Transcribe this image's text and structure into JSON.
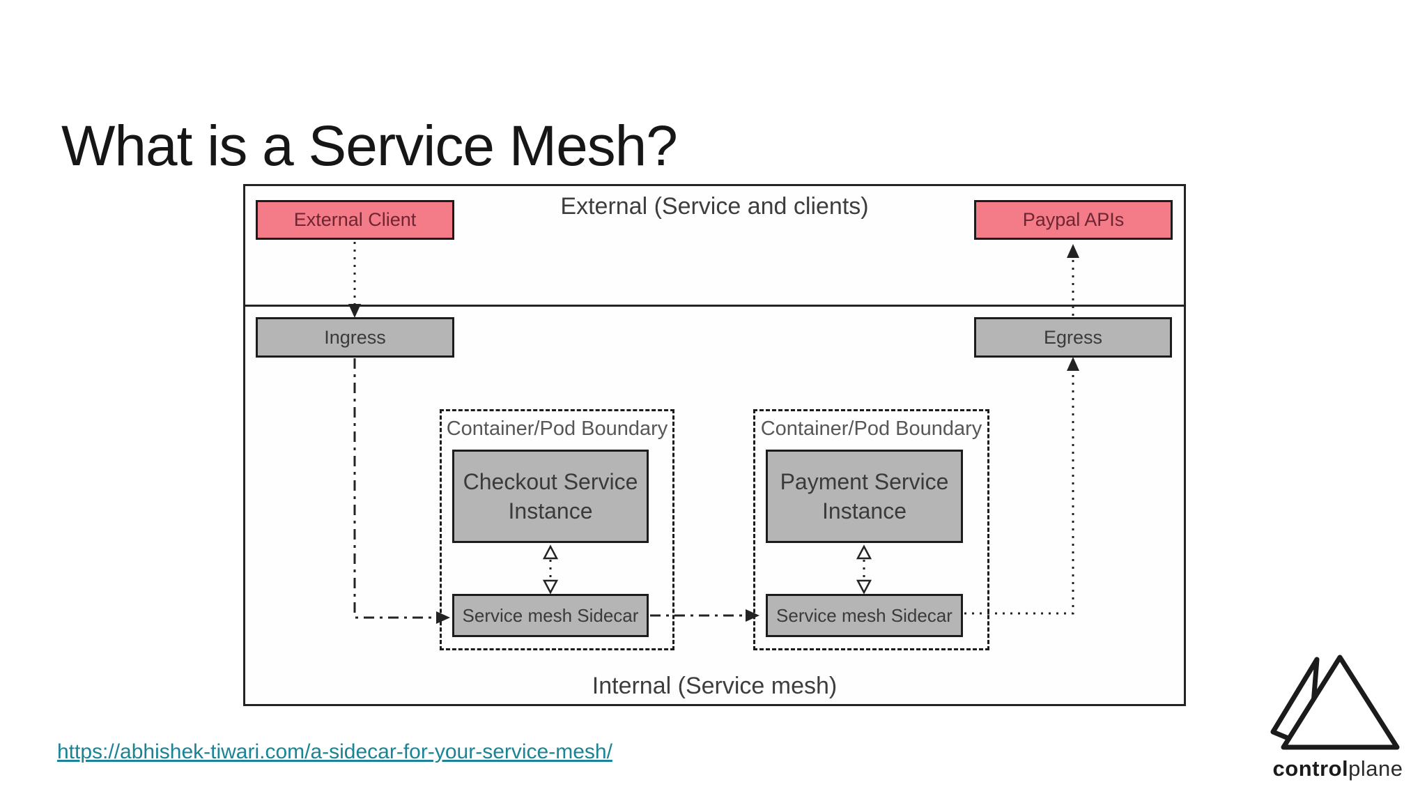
{
  "title": "What is a Service Mesh?",
  "source_link": "https://abhishek-tiwari.com/a-sidecar-for-your-service-mesh/",
  "diagram": {
    "external_zone_label": "External (Service and clients)",
    "internal_zone_label": "Internal (Service mesh)",
    "external_client": "External Client",
    "paypal": "Paypal APIs",
    "ingress": "Ingress",
    "egress": "Egress",
    "pod_boundaries": [
      {
        "label": "Container/Pod Boundary",
        "service": "Checkout Service Instance",
        "sidecar": "Service mesh Sidecar"
      },
      {
        "label": "Container/Pod Boundary",
        "service": "Payment Service Instance",
        "sidecar": "Service mesh Sidecar"
      }
    ]
  },
  "logo": {
    "text_bold": "control",
    "text_light": "plane"
  },
  "colors": {
    "pink_fill": "#F47C88",
    "pink_text": "#6E2531",
    "gray_fill": "#B5B5B5",
    "gray_text": "#3A3A3A",
    "line": "#232323",
    "link": "#1A8394",
    "title_text": "#161616"
  }
}
